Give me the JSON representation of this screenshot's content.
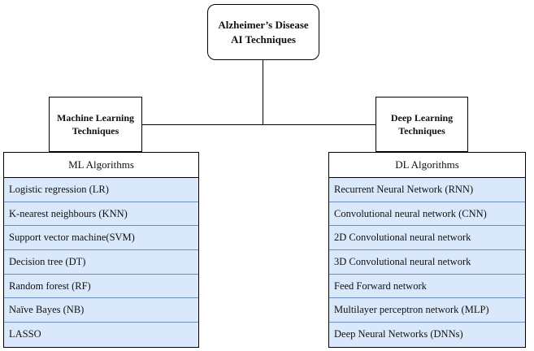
{
  "root": {
    "line1": "Alzheimer’s Disease",
    "line2": "AI Techniques"
  },
  "ml": {
    "title_line1": "Machine Learning",
    "title_line2": "Techniques",
    "header": "ML Algorithms",
    "items": [
      "Logistic regression (LR)",
      "K-nearest neighbours (KNN)",
      "Support vector machine(SVM)",
      "Decision tree (DT)",
      "Random forest (RF)",
      "Naïve Bayes (NB)",
      "LASSO"
    ]
  },
  "dl": {
    "title_line1": "Deep Learning",
    "title_line2": "Techniques",
    "header": "DL Algorithms",
    "items": [
      "Recurrent Neural Network (RNN)",
      "Convolutional neural network (CNN)",
      "2D Convolutional neural network",
      "3D Convolutional neural network",
      "Feed Forward network",
      "Multilayer perceptron network (MLP)",
      "Deep Neural Networks (DNNs)"
    ]
  },
  "colors": {
    "item_fill": "#dae8fc",
    "item_border": "#6c8ebf"
  }
}
